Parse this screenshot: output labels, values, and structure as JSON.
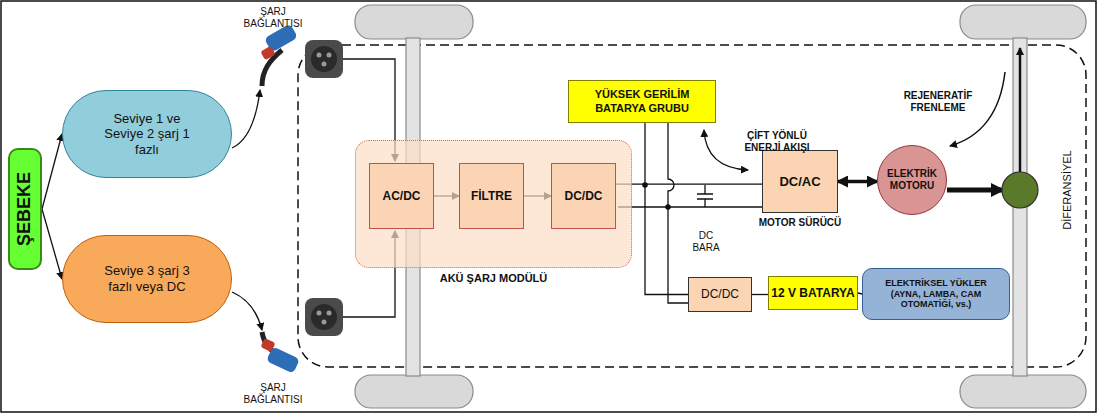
{
  "diagram": {
    "nodes": [
      {
        "text": [
          "ŞEBEKE"
        ]
      },
      {
        "text": [
          "Seviye 1 ve Seviye 2 şarj 1 fazlı"
        ]
      },
      {
        "text": [
          "Seviye 3 şarj 3 fazlı veya DC"
        ]
      },
      {
        "text": [
          "AKÜ ŞARJ MODÜLÜ"
        ]
      },
      {
        "text": [
          "AC/DC"
        ],
        "in": 3
      },
      {
        "text": [
          "FİLTRE"
        ],
        "in": 3
      },
      {
        "text": [
          "DC/DC"
        ],
        "in": 3
      },
      {
        "text": [
          "YÜKSEK GERİLİM BATARYA GRUBU"
        ]
      },
      {
        "text": [
          "DC/AC",
          "MOTOR SÜRÜCÜ"
        ]
      },
      {
        "text": [
          "ELEKTRİK MOTORU"
        ]
      },
      {
        "text": [
          "DC/DC"
        ]
      },
      {
        "text": [
          "12 V BATARYA"
        ]
      },
      {
        "text": [
          "ELEKTRİKSEL YÜKLER (AYNA, LAMBA, CAM OTOMATİĞİ, vs.)"
        ]
      }
    ],
    "edges": [
      {
        "from": 0,
        "to": 1,
        "arrow": "to"
      },
      {
        "from": 0,
        "to": 2,
        "arrow": "to"
      },
      {
        "from": 4,
        "to": 5,
        "arrow": "to"
      },
      {
        "from": 5,
        "to": 6,
        "arrow": "to"
      },
      {
        "from": 6,
        "to": 8,
        "arrow": "none"
      },
      {
        "from": 8,
        "to": 9,
        "arrow": "both"
      },
      {
        "from": 7,
        "to": 10,
        "arrow": "none"
      },
      {
        "from": 10,
        "to": 11,
        "arrow": "none"
      },
      {
        "from": 11,
        "to": 12,
        "arrow": "none"
      }
    ],
    "labels": [
      "ŞARJ BAĞLANTISI",
      "ŞARJ BAĞLANTISI",
      "ÇİFT YÖNLÜ ENERJİ AKIŞI",
      "REJENERATİF FRENLEME",
      "DC BARA",
      "DİFERANSİYEL"
    ]
  }
}
